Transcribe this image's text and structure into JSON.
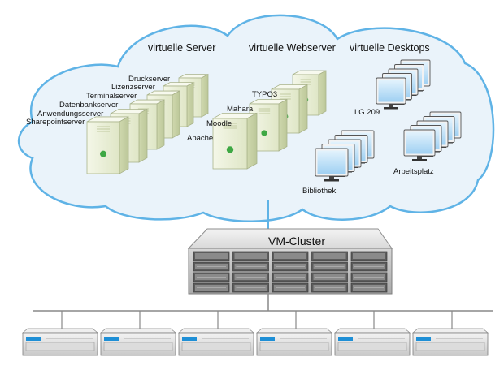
{
  "cloud": {
    "groups": {
      "server": "virtuelle Server",
      "webserver": "virtuelle Webserver",
      "desktops": "virtuelle Desktops"
    },
    "servers": [
      "Druckserver",
      "Lizenzserver",
      "Terminalserver",
      "Datenbankserver",
      "Anwendungsserver",
      "Sharepointserver"
    ],
    "webservers": [
      "TYPO3",
      "Mahara",
      "Moodle",
      "Apache"
    ],
    "desktop_groups": [
      "LG 209",
      "Bibliothek",
      "Arbeitsplatz"
    ]
  },
  "cluster": {
    "label": "VM-Cluster"
  },
  "colors": {
    "cloud_fill": "#eaf3fa",
    "cloud_stroke": "#5fb3e6",
    "server_body": "#e6ecd2",
    "led": "#3ea844",
    "screen": "#bfe2fa",
    "rack_accent": "#1e8fd6"
  },
  "nodes": {
    "count": 6
  }
}
